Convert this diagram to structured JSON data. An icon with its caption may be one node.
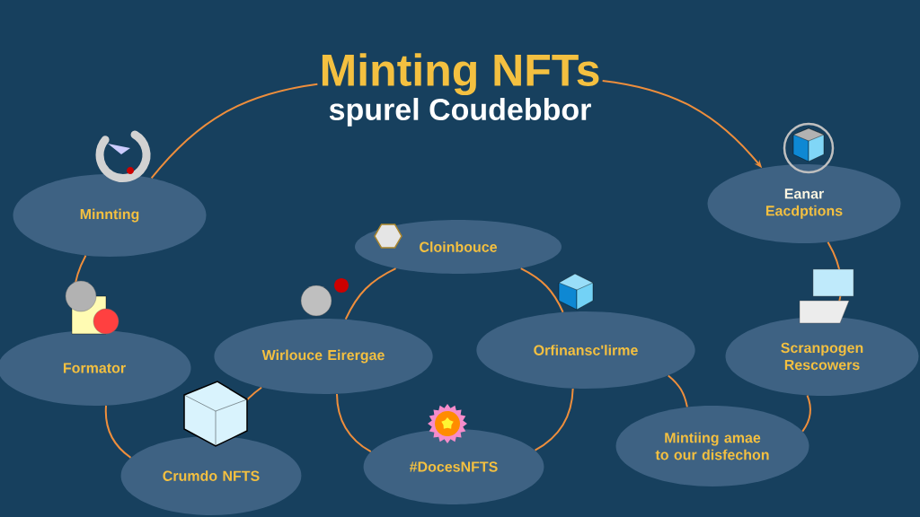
{
  "diagram": {
    "nodes": [
      {
        "text": [
          "Minting NFTs",
          "spurel Coudebbor"
        ]
      },
      {
        "text": [
          "Minnting"
        ]
      },
      {
        "text": [
          "Formator"
        ]
      },
      {
        "text": [
          "Crumdo NFTS"
        ]
      },
      {
        "text": [
          "Wirlouce Eirergae"
        ]
      },
      {
        "text": [
          "Cloinbouce"
        ]
      },
      {
        "text": [
          "#DocesNFTS"
        ]
      },
      {
        "text": [
          "Orfinansc'lirme"
        ]
      },
      {
        "text": [
          "Mintiing amae to our disfechon"
        ]
      },
      {
        "text": [
          "Scranpogen Rescowers"
        ]
      },
      {
        "text": [
          "Eanar",
          "Eacdptions"
        ]
      }
    ],
    "edges": [
      {
        "from": 1,
        "to": 0,
        "arrow": "none"
      },
      {
        "from": 0,
        "to": 10,
        "arrow": "to"
      },
      {
        "from": 1,
        "to": 2,
        "arrow": "none"
      },
      {
        "from": 2,
        "to": 3,
        "arrow": "none"
      },
      {
        "from": 3,
        "to": 4,
        "arrow": "none"
      },
      {
        "from": 4,
        "to": 5,
        "arrow": "none"
      },
      {
        "from": 4,
        "to": 6,
        "arrow": "none"
      },
      {
        "from": 5,
        "to": 7,
        "arrow": "none"
      },
      {
        "from": 6,
        "to": 7,
        "arrow": "none"
      },
      {
        "from": 7,
        "to": 8,
        "arrow": "none"
      },
      {
        "from": 8,
        "to": 9,
        "arrow": "none"
      },
      {
        "from": 9,
        "to": 10,
        "arrow": "none"
      }
    ]
  }
}
